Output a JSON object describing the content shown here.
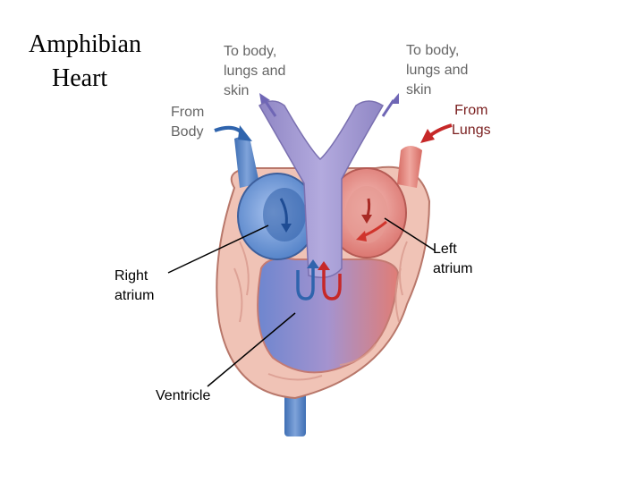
{
  "title": {
    "line1": "Amphibian",
    "line2": "Heart"
  },
  "labels": {
    "to_body_left": [
      "To body,",
      "lungs and",
      "skin"
    ],
    "to_body_right": [
      "To body,",
      "lungs and",
      "skin"
    ],
    "from_body": [
      "From",
      "Body"
    ],
    "from_lungs": [
      "From",
      "Lungs"
    ],
    "right_atrium": [
      "Right",
      "atrium"
    ],
    "left_atrium": [
      "Left",
      "atrium"
    ],
    "ventricle": "Ventricle"
  },
  "colors": {
    "deoxygenated": "#3a6fb0",
    "oxygenated": "#c0392b",
    "mixed_vessel": "#9a8fc8",
    "tissue": "#e8a8a0"
  }
}
